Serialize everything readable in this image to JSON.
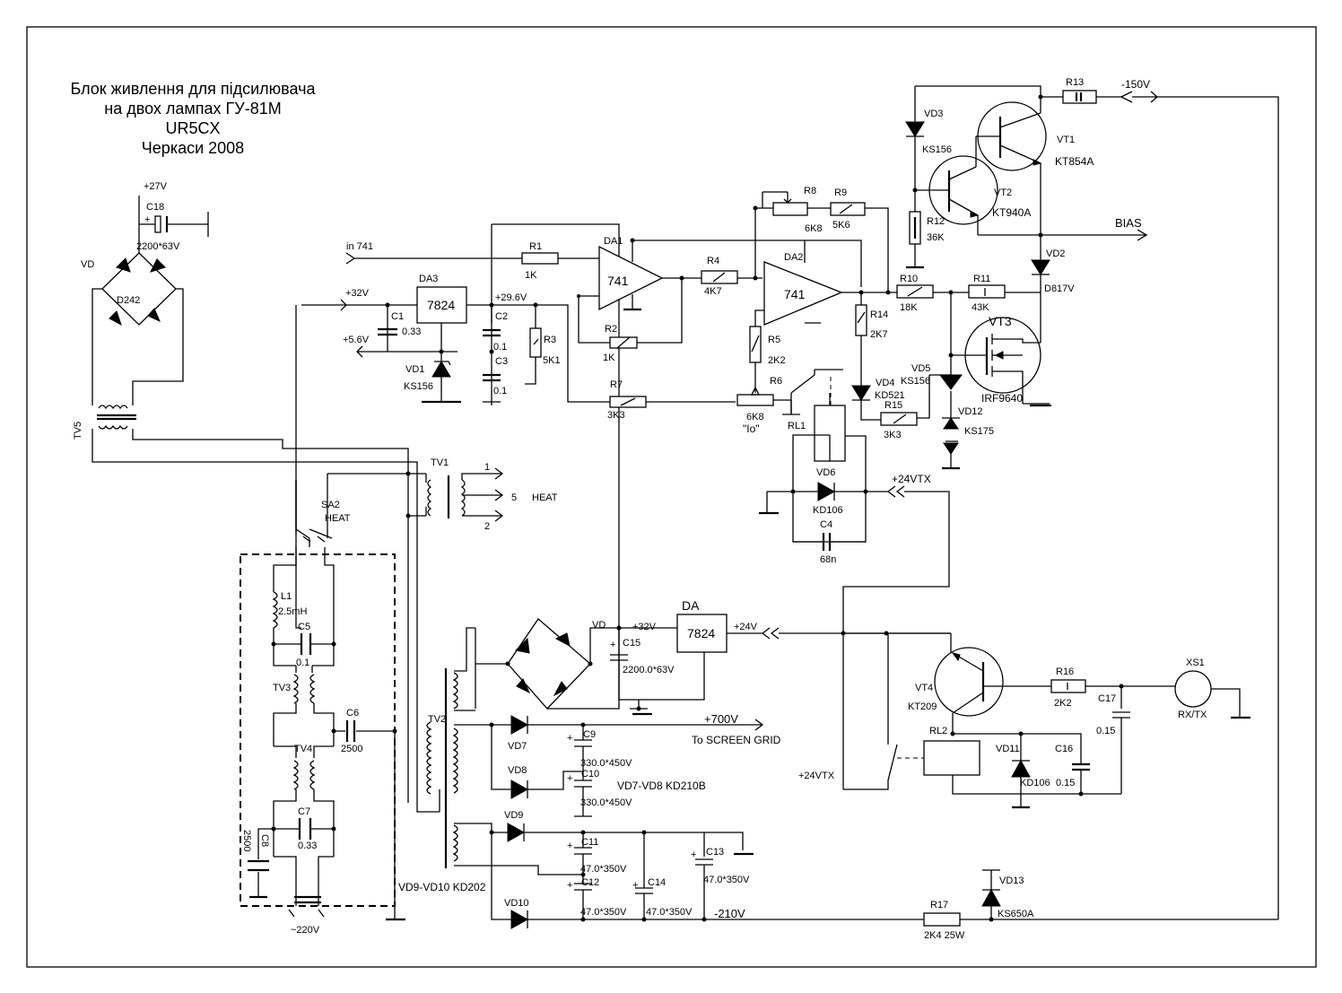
{
  "title": {
    "line1": "Блок живлення для підсилювача",
    "line2": "на двох лампах ГУ-81М",
    "line3": "UR5CX",
    "line4": "Черкаси 2008"
  },
  "labels": {
    "plus27v": "+27V",
    "c18": "C18",
    "c18v": "2200*63V",
    "vd_top": "VD",
    "d242": "D242",
    "tv5": "TV5",
    "in741": "in 741",
    "plus32v_a": "+32V",
    "da3": "DA3",
    "reg7824_a": "7824",
    "plus29_6v": "+29.6V",
    "c1": "C1",
    "c1v": "0.33",
    "plus5_6v": "+5.6V",
    "c2": "C2",
    "c2v": "0.1",
    "c3": "C3",
    "c3v": "0.1",
    "r3": "R3",
    "r3v": "5K1",
    "vd1": "VD1",
    "vd1v": "KS156",
    "da1": "DA1",
    "op741_1": "741",
    "r1": "R1",
    "r1v": "1K",
    "r2": "R2",
    "r2v": "1K",
    "r4": "R4",
    "r4v": "4K7",
    "da2": "DA2",
    "op741_2": "741",
    "r5": "R5",
    "r5v": "2K2",
    "r6": "R6",
    "r6v": "6K8",
    "r6n": "\"Io\"",
    "r7": "R7",
    "r7v": "3K3",
    "r8": "R8",
    "r8v": "6K8",
    "r9": "R9",
    "r9v": "5K6",
    "r10": "R10",
    "r10v": "18K",
    "r11": "R11",
    "r11v": "43K",
    "r12": "R12",
    "r12v": "36K",
    "r13": "R13",
    "minus150v": "-150V",
    "r14": "R14",
    "r14v": "2K7",
    "r15": "R15",
    "r15v": "3K3",
    "vd3": "VD3",
    "vd3v": "KS156",
    "vt1": "VT1",
    "vt1v": "KT854A",
    "vt2": "VT2",
    "vt2v": "KT940A",
    "bias": "BIAS",
    "vd2": "VD2",
    "vd2v": "D817V",
    "vt3": "VT3",
    "vt3v": "IRF9640",
    "vd4": "VD4",
    "vd4v": "KD521",
    "vd5": "VD5",
    "vd5v": "KS156",
    "vd12": "VD12",
    "vd12v": "KS175",
    "rl1": "RL1",
    "vd6": "VD6",
    "vd6v": "KD106",
    "c4": "C4",
    "c4v": "68n",
    "plus24vtx_a": "+24VTX",
    "tv1": "TV1",
    "out1": "1",
    "out5": "5",
    "out2": "2",
    "heat_out": "HEAT",
    "sa2": "SA2",
    "sa2v": "HEAT",
    "l1": "L1",
    "l1v": "2.5mH",
    "c5": "C5",
    "c5v": "0.1",
    "tv3": "TV3",
    "tv4": "TV4",
    "c6": "C6",
    "c6v": "2500",
    "c7": "C7",
    "c7v": "0.33",
    "c8": "C8",
    "c8v": "2500",
    "mains": "~220V",
    "tv2": "TV2",
    "vd_bot": "VD",
    "plus32v_b": "+32V",
    "c15": "C15",
    "c15v": "2200.0*63V",
    "da_bot": "DA",
    "reg7824_b": "7824",
    "plus24v": "+24V",
    "plus700v": "+700V",
    "screen": "To SCREEN GRID",
    "vd7": "VD7",
    "c9": "C9",
    "c9v": "330.0*450V",
    "vd8": "VD8",
    "c10": "C10",
    "vd78": "VD7-VD8 KD210B",
    "c10v": "330.0*450V",
    "vd9": "VD9",
    "c11": "C11",
    "c11v": "47.0*350V",
    "c12": "C12",
    "c12v": "47.0*350V",
    "c13": "C13",
    "c13v": "47.0*350V",
    "c14": "C14",
    "c14v": "47.0*350V",
    "vd10": "VD10",
    "vd910": "VD9-VD10 KD202",
    "minus210v": "-210V",
    "r17": "R17",
    "r17v": "2K4 25W",
    "vd13": "VD13",
    "vd13v": "KS650A",
    "vt4": "VT4",
    "vt4v": "KT209",
    "r16": "R16",
    "r16v": "2K2",
    "c17": "C17",
    "c17v": "0.15",
    "xs1": "XS1",
    "rxtx": "RX/TX",
    "rl2": "RL2",
    "vd11": "VD11",
    "vd11v": "KD106",
    "c16": "C16",
    "c16v": "0.15",
    "plus24vtx_b": "+24VTX",
    "plus_sign": "+"
  }
}
